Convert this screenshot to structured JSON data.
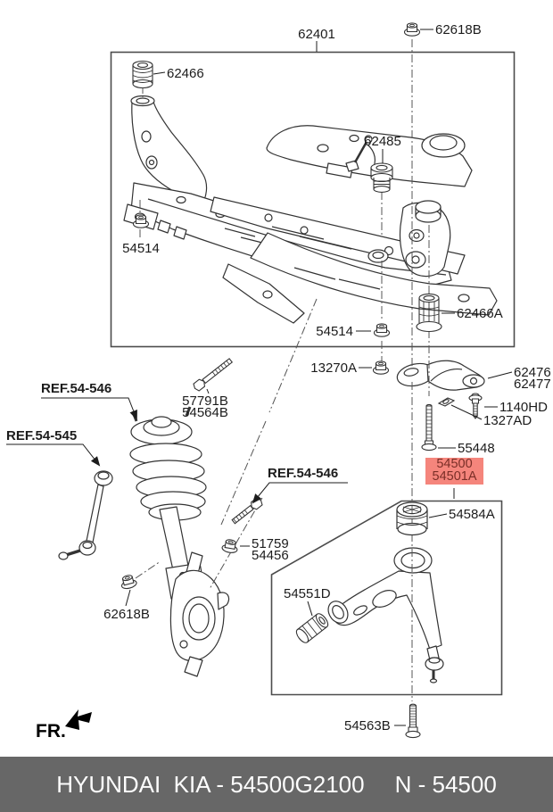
{
  "page": {
    "type": "parts-diagram",
    "background": "#ffffff"
  },
  "colors": {
    "footer_bg": "#676767",
    "footer_fg": "#fdfdfd",
    "highlight_bg": "#f5857c",
    "highlight_fg": "#7a2e27",
    "line": "#333333",
    "box_line": "#4c4c4c",
    "centerline": "#555555"
  },
  "labels": {
    "p62401": {
      "text": "62401"
    },
    "p62618b_top": {
      "text": "62618B"
    },
    "p62466": {
      "text": "62466"
    },
    "p62485": {
      "text": "62485"
    },
    "p54514_left": {
      "text": "54514"
    },
    "p62466a": {
      "text": "62466A"
    },
    "p54514_lower": {
      "text": "54514"
    },
    "p13270a": {
      "text": "13270A"
    },
    "p62476": {
      "text": "62476"
    },
    "p62477": {
      "text": "62477"
    },
    "p57791b": {
      "text": "57791B"
    },
    "p54564b": {
      "text": "54564B"
    },
    "p1140hd": {
      "text": "1140HD"
    },
    "p1327ad": {
      "text": "1327AD"
    },
    "p55448": {
      "text": "55448"
    },
    "ref_546_left": {
      "text": "REF.54-546"
    },
    "ref_545": {
      "text": "REF.54-545"
    },
    "ref_546_center": {
      "text": "REF.54-546"
    },
    "p51759": {
      "text": "51759"
    },
    "p54456": {
      "text": "54456"
    },
    "p62618b_lower": {
      "text": "62618B"
    },
    "p54551d": {
      "text": "54551D"
    },
    "p54584a": {
      "text": "54584A"
    },
    "p54563b": {
      "text": "54563B"
    }
  },
  "highlight": {
    "part_top": "54500",
    "part_bottom": "54501A"
  },
  "fr": {
    "text": "FR."
  },
  "footer": {
    "left": "HYUNDAI  KIA - 54500G2100",
    "right": "N - 54500"
  },
  "icons": {
    "fr_arrow": "direction-arrow-southwest",
    "fasteners": [
      "nut-icon",
      "bolt-icon",
      "screw-icon",
      "bushing-icon",
      "clip-icon",
      "bracket-stay-icon"
    ]
  }
}
